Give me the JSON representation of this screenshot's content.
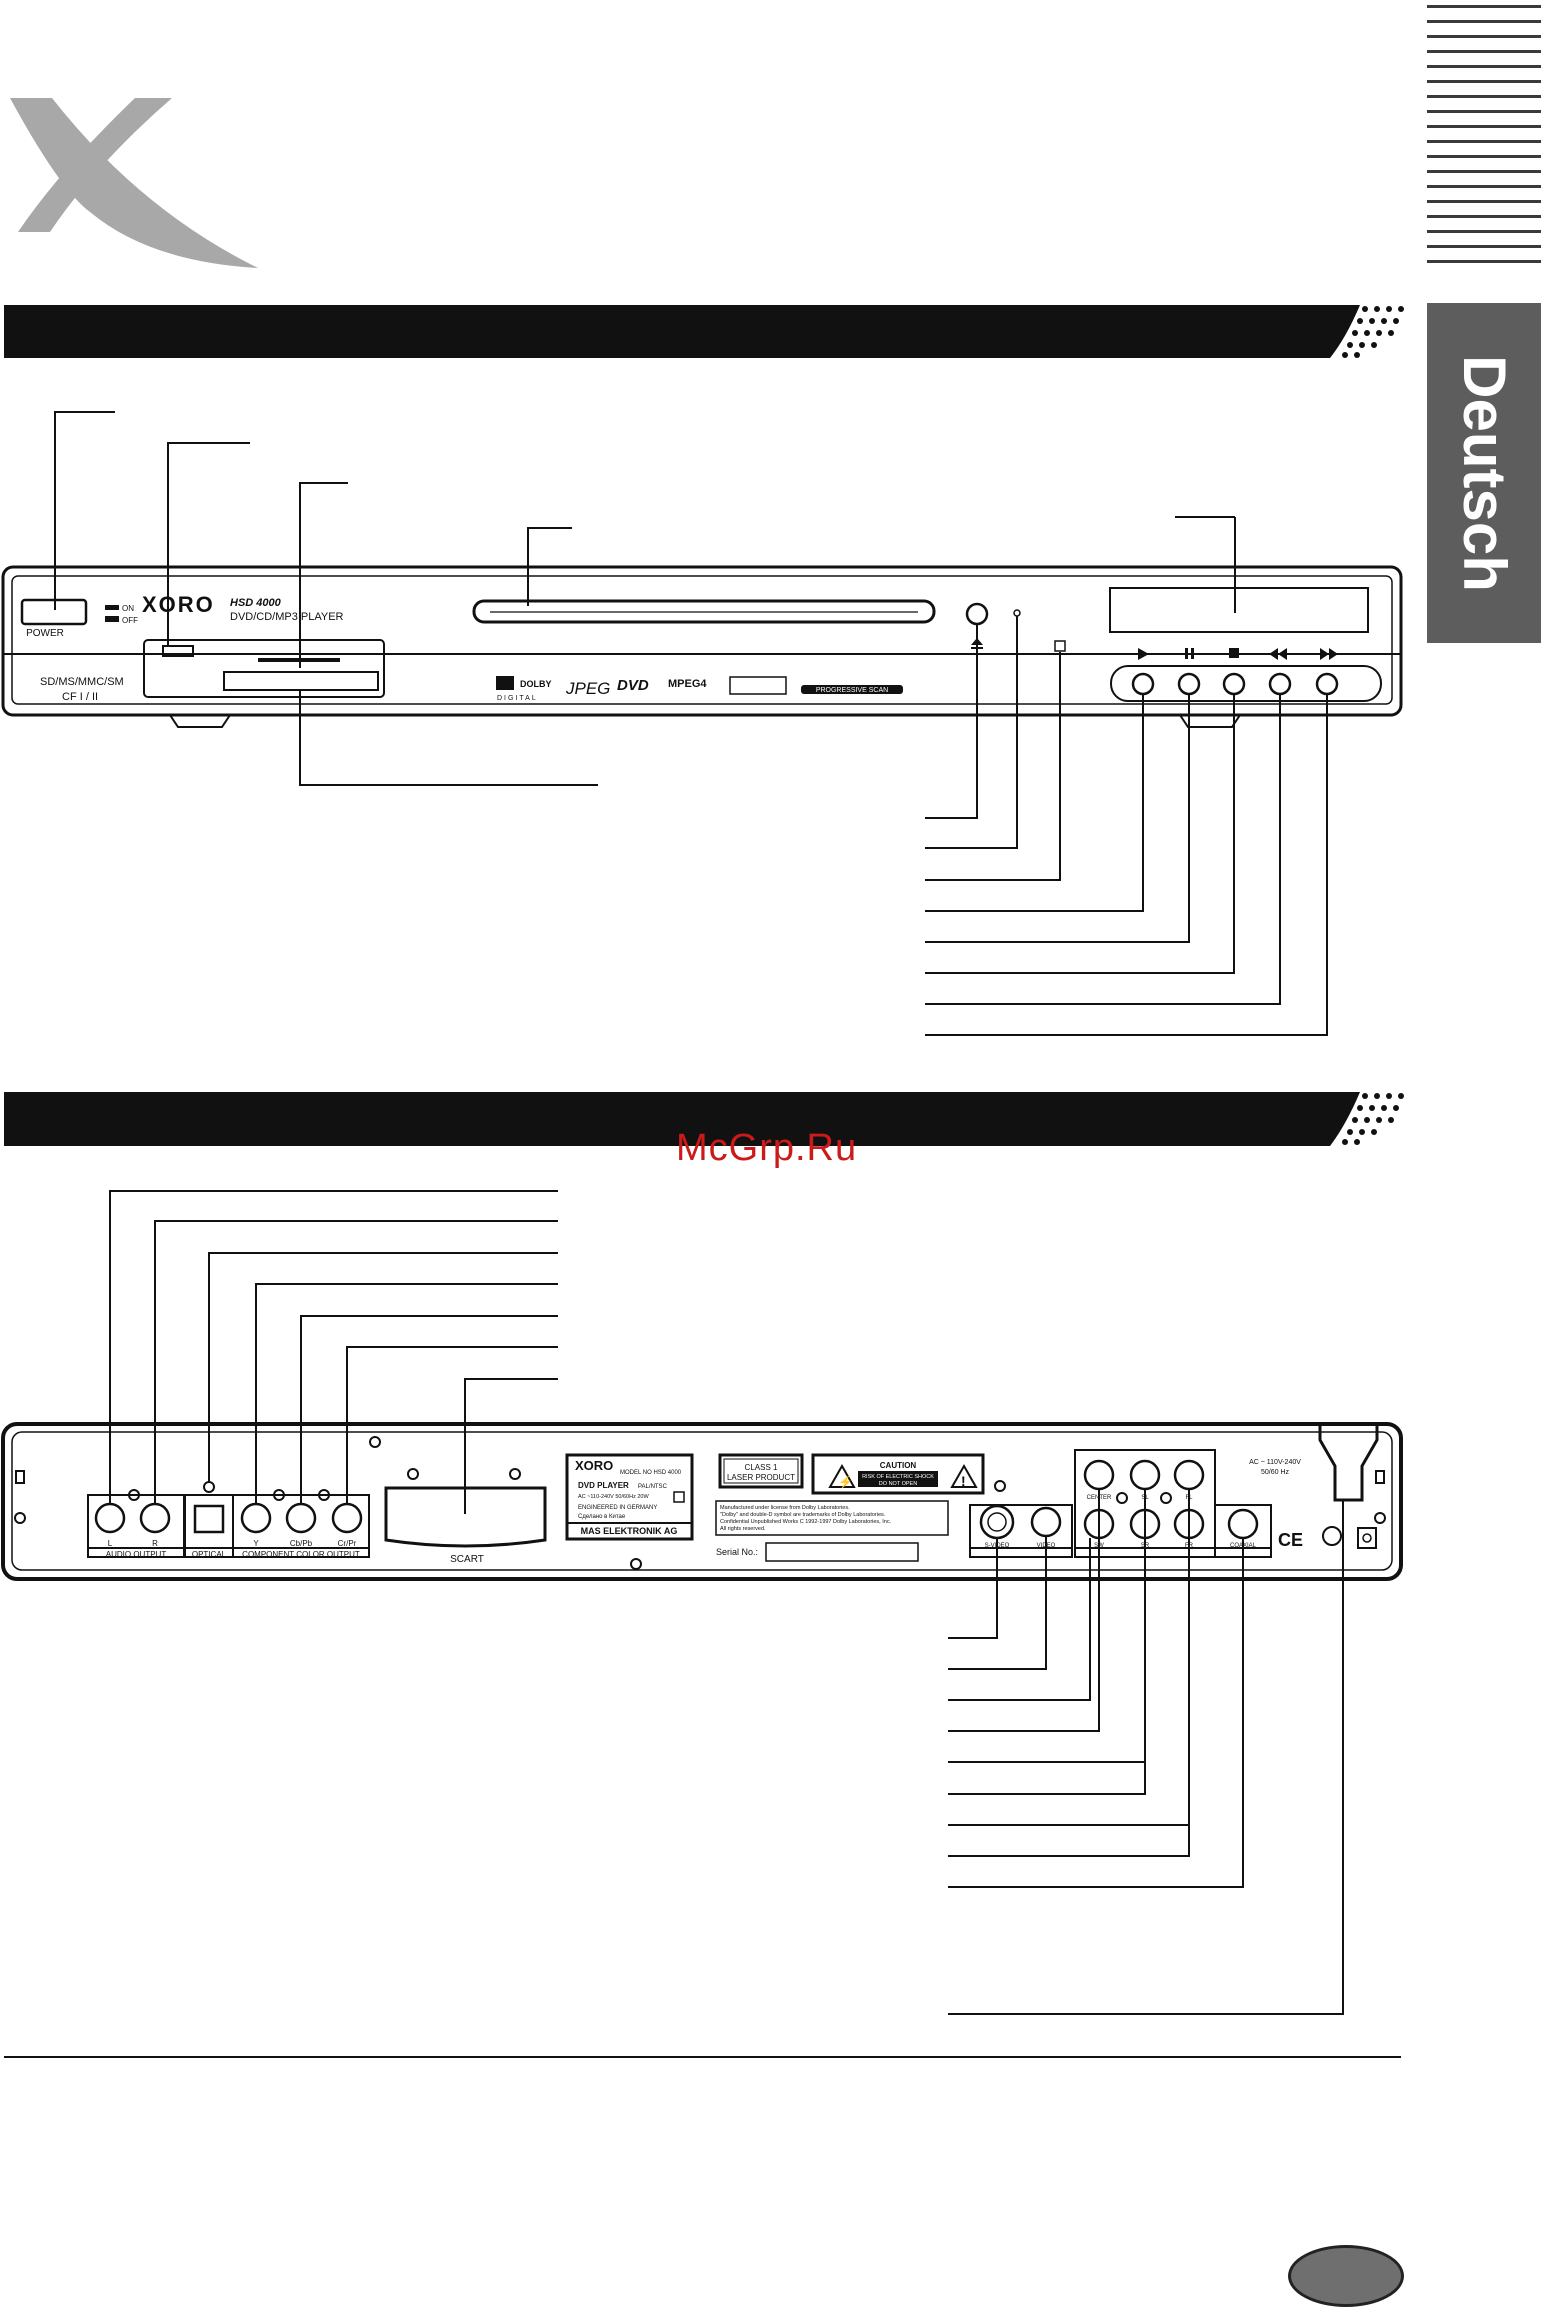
{
  "side_tab": {
    "language": "Deutsch"
  },
  "watermark": "McGrp.Ru",
  "front_panel": {
    "brand": "XORO",
    "model": "HSD 4000",
    "subtitle": "DVD/CD/MP3 PLAYER",
    "power_label": "POWER",
    "on_label": "ON",
    "off_label": "OFF",
    "card_types": "SD/MS/MMC/SM",
    "cf_label": "CF  I / II",
    "logos": [
      "DOLBY",
      "DIGITAL",
      "JPEG",
      "DVD",
      "MPEG4",
      "PROGRESSIVE SCAN"
    ],
    "transport_icons": [
      "play-icon",
      "pause-icon",
      "stop-icon",
      "rewind-icon",
      "fast-forward-icon"
    ]
  },
  "back_panel": {
    "audio_output_label": "AUDIO OUTPUT",
    "audio_l": "L",
    "audio_r": "R",
    "optical_label": "OPTICAL",
    "component_label": "COMPONENT COLOR OUTPUT",
    "comp_y": "Y",
    "comp_cb": "Cb/Pb",
    "comp_cr": "Cr/Pr",
    "scart_label": "SCART",
    "rating_brand": "XORO",
    "rating_model": "MODEL NO HSD 4000",
    "rating_product": "DVD PLAYER",
    "rating_system": "PAL/NTSC",
    "rating_power": "AC ~110-240V 50/60Hz 20W",
    "rating_engineered": "ENGINEERED IN GERMANY",
    "rating_made": "Сделано в Китае",
    "rating_company": "MAS ELEKTRONIK AG",
    "laser_line1": "CLASS 1",
    "laser_line2": "LASER PRODUCT",
    "caution_title": "CAUTION",
    "caution_line1": "RISK OF ELECTRIC SHOCK",
    "caution_line2": "DO NOT OPEN",
    "dolby_line1": "Manufactured under license from Dolby Laboratories.",
    "dolby_line2": "\"Dolby\" and double-D symbol are trademarks of Dolby Laboratories.",
    "dolby_line3": "Confidential Unpublished Works C 1992-1997 Dolby Laboratories, Inc.",
    "dolby_line4": "All rights reserved.",
    "serial_label": "Serial No.:",
    "svideo_label": "S-VIDEO",
    "video_label": "VIDEO",
    "center_label": "CENTER",
    "sl_label": "SL",
    "fl_label": "FL",
    "sw_label": "SW",
    "sr_label": "SR",
    "fr_label": "FR",
    "coaxial_label": "COAXIAL",
    "mains_line1": "AC ~ 110V-240V",
    "mains_line2": "50/60 Hz"
  },
  "colors": {
    "bar": "#111111",
    "tab": "#5d5d5d",
    "watermark": "#cc1a1a",
    "logo": "#a8a8a8"
  }
}
